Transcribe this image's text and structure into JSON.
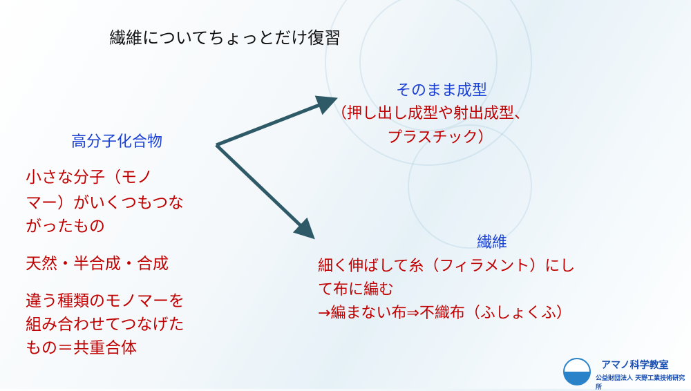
{
  "slide": {
    "title": "繊維についてちょっとだけ復習",
    "left": {
      "heading": "高分子化合物",
      "lines": [
        "小さな分子（モノ",
        "マー）がいくつもつな",
        "がったもの",
        "天然・半合成・合成",
        "違う種類のモノマーを",
        "組み合わせてつなげた",
        "もの＝共重合体"
      ]
    },
    "top_right": {
      "heading": "そのまま成型",
      "lines": [
        "（押し出し成型や射出成型、",
        "プラスチック）"
      ]
    },
    "bottom_right": {
      "heading": "繊維",
      "lines": [
        "細く伸ばして糸（フィラメント）にし",
        "て布に編む",
        "→編まない布⇒不織布（ふしょくふ）"
      ]
    },
    "colors": {
      "heading": "#1a3fd4",
      "body": "#c00000",
      "arrow": "#2e5a68"
    }
  },
  "logo": {
    "name": "アマノ科学教室",
    "org": "公益財団法人 天野工業技術研究所"
  }
}
